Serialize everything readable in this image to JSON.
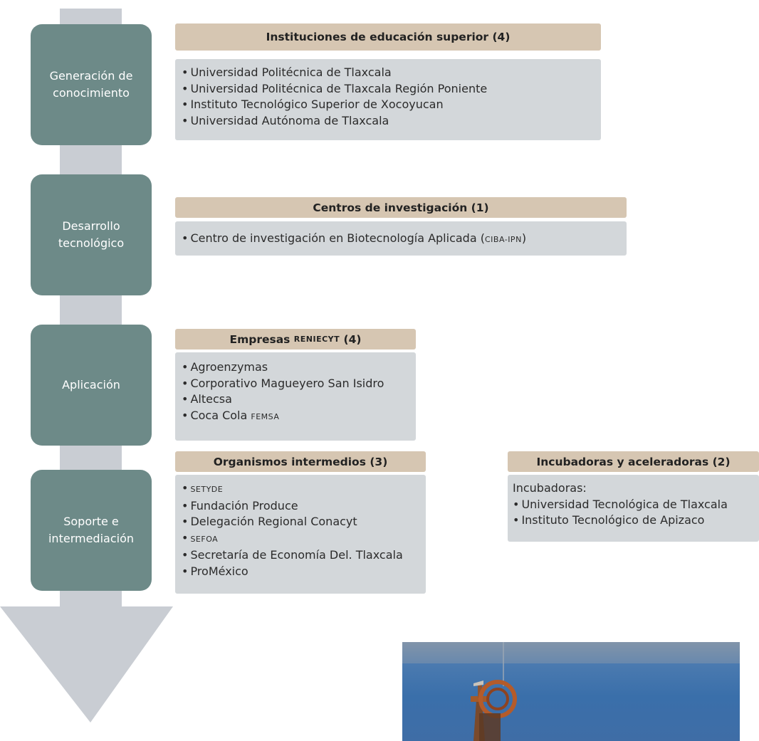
{
  "stages": [
    {
      "label": "Generación de\nconocimiento"
    },
    {
      "label": "Desarrollo\ntecnológico"
    },
    {
      "label": "Aplicación"
    },
    {
      "label": "Soporte e\nintermediación"
    }
  ],
  "groups": {
    "ies": {
      "title": "Instituciones de educación superior (4)",
      "items": [
        "Universidad Politécnica de Tlaxcala",
        "Universidad Politécnica de Tlaxcala  Región Poniente",
        "Instituto Tecnológico Superior de Xocoyucan",
        "Universidad Autónoma de Tlaxcala"
      ]
    },
    "centros": {
      "title": "Centros de investigación (1)",
      "items": [
        {
          "text": "Centro de investigación en Biotecnología Aplicada (",
          "abbr": "CIBA-IPN",
          "suffix": ")"
        }
      ]
    },
    "empresas": {
      "title_prefix": "Empresas",
      "title_abbr": "RENIECYT",
      "title_suffix": "(4)",
      "items": [
        "Agroenzymas",
        "Corporativo Magueyero San Isidro",
        "Altecsa",
        {
          "text": "Coca Cola ",
          "abbr": "FEMSA"
        }
      ]
    },
    "organismos": {
      "title": "Organismos intermedios (3)",
      "items": [
        {
          "abbr": "SETYDE"
        },
        "Fundación Produce",
        "Delegación Regional Conacyt",
        {
          "abbr": "SEFOA"
        },
        "Secretaría de Economía Del. Tlaxcala",
        "ProMéxico"
      ]
    },
    "incubadoras": {
      "title": "Incubadoras y aceleradoras (2)",
      "intro": "Incubadoras:",
      "items": [
        "Universidad Tecnológica de Tlaxcala",
        "Instituto Tecnológico de Apizaco"
      ]
    }
  }
}
